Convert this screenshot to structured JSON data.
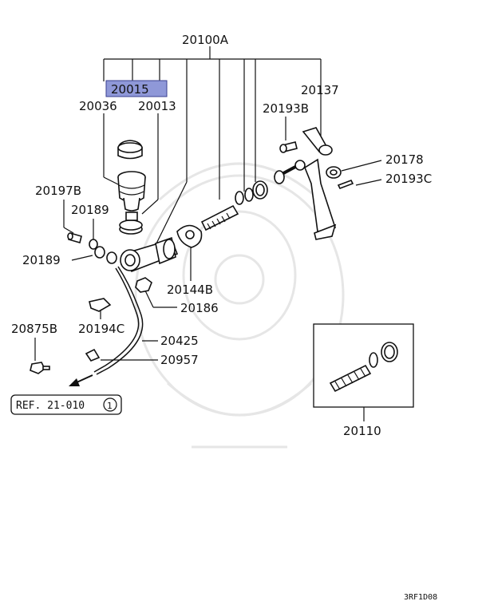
{
  "labels": {
    "p20100A": "20100A",
    "p20015": "20015",
    "p20036": "20036",
    "p20013": "20013",
    "p20137": "20137",
    "p20193B": "20193B",
    "p20178": "20178",
    "p20193C": "20193C",
    "p20197B": "20197B",
    "p20189a": "20189",
    "p20189b": "20189",
    "p20144B": "20144B",
    "p20186": "20186",
    "p20194C": "20194C",
    "p20875B": "20875B",
    "p20425": "20425",
    "p20957": "20957",
    "p20110": "20110",
    "ref": "REF. 21-010",
    "ref_circle": "1",
    "figure_code": "3RF1D08"
  },
  "colors": {
    "highlight_fill": "#8f98d8",
    "highlight_border": "#3a3f8f",
    "line": "#111111",
    "watermark": "#e6e6e6"
  }
}
